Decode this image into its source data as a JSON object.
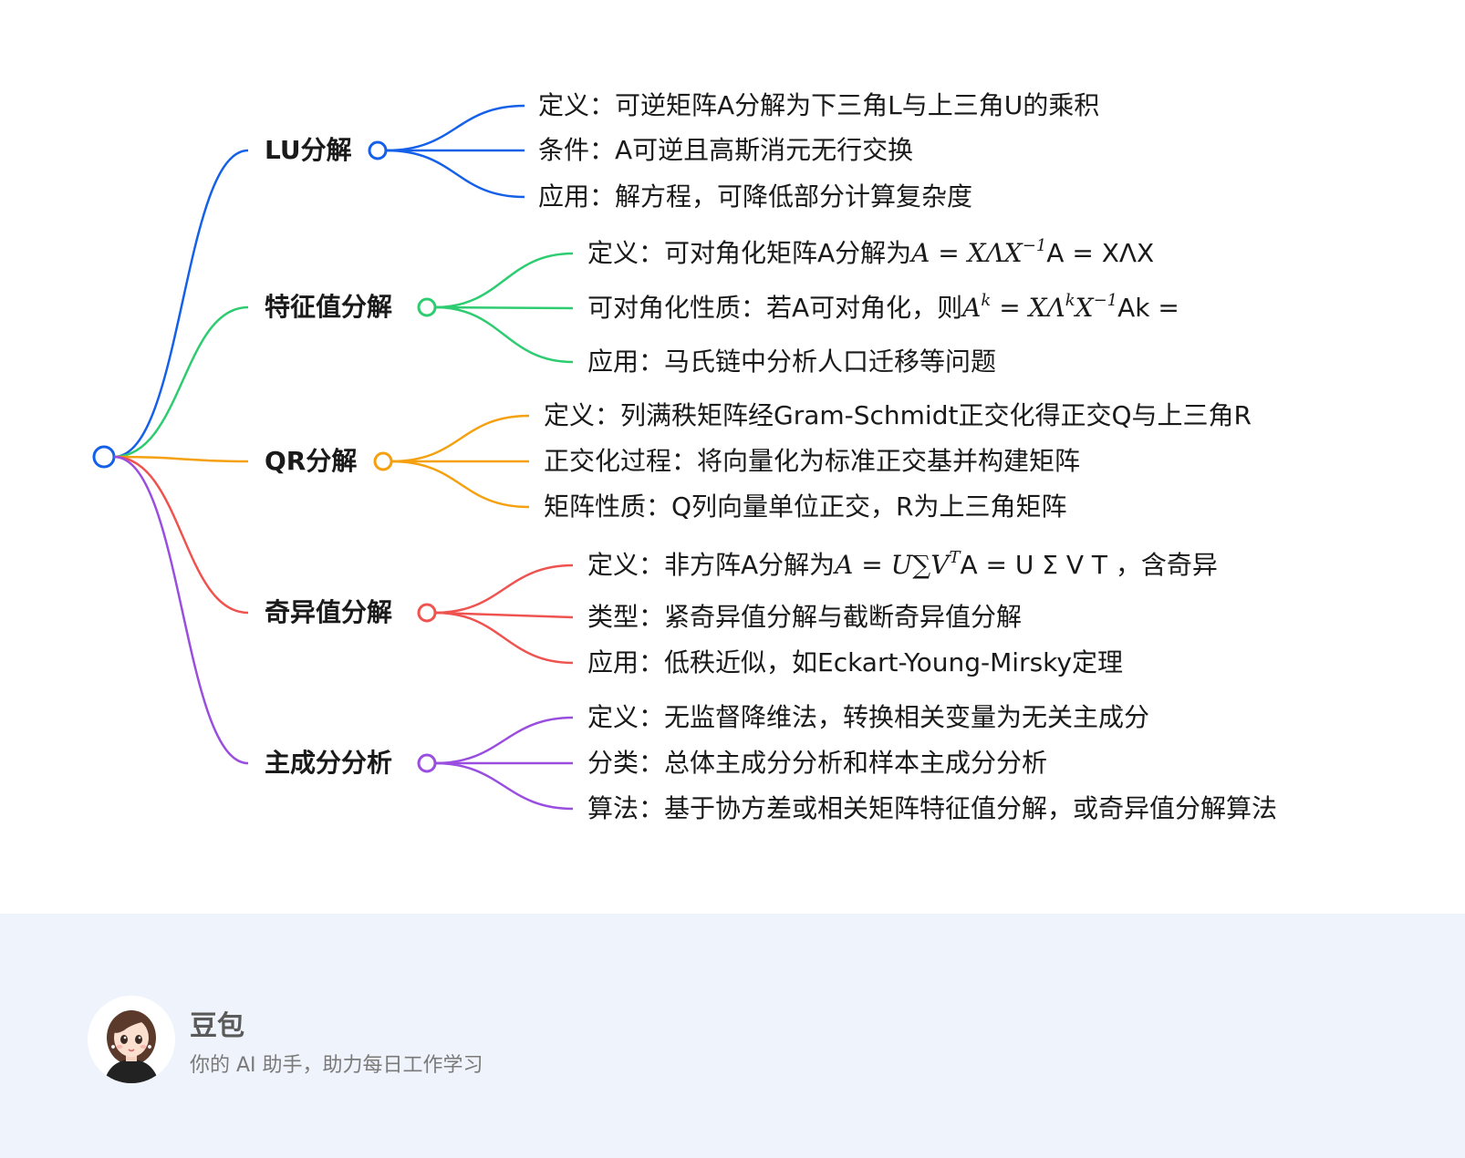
{
  "colors": {
    "lu": "#1560e8",
    "eigen": "#2ecc71",
    "qr": "#f5a00f",
    "svd": "#ef5350",
    "pca": "#9a4ee0",
    "text": "#1a1a1a",
    "footer_bg": "#eff3fb"
  },
  "mindmap": {
    "branches": [
      {
        "label": "LU分解",
        "color_key": "lu",
        "leaves": [
          "定义：可逆矩阵A分解为下三角L与上三角U的乘积",
          "条件：A可逆且高斯消元无行交换",
          "应用：解方程，可降低部分计算复杂度"
        ]
      },
      {
        "label": "特征值分解",
        "color_key": "eigen",
        "leaves": [
          {
            "prefix": "定义：可对角化矩阵A分解为",
            "math": "A = XΛX",
            "sup": "−1",
            "suffix": "A = XΛX"
          },
          {
            "prefix": "可对角化性质：若A可对角化，则",
            "math": "A",
            "sup": "k",
            "math2": " = XΛ",
            "sup2": "k",
            "math3": "X",
            "sup3": "−1",
            "suffix": "Ak ="
          },
          "应用：马氏链中分析人口迁移等问题"
        ]
      },
      {
        "label": "QR分解",
        "color_key": "qr",
        "leaves": [
          "定义：列满秩矩阵经Gram-Schmidt正交化得正交Q与上三角R",
          "正交化过程：将向量化为标准正交基并构建矩阵",
          "矩阵性质：Q列向量单位正交，R为上三角矩阵"
        ]
      },
      {
        "label": "奇异值分解",
        "color_key": "svd",
        "leaves": [
          {
            "prefix": "定义：非方阵A分解为",
            "math": "A = U∑V",
            "sup": "T",
            "suffix": "A = U Σ V T ，含奇异"
          },
          "类型：紧奇异值分解与截断奇异值分解",
          "应用：低秩近似，如Eckart-Young-Mirsky定理"
        ]
      },
      {
        "label": "主成分分析",
        "color_key": "pca",
        "leaves": [
          "定义：无监督降维法，转换相关变量为无关主成分",
          "分类：总体主成分分析和样本主成分分析",
          "算法：基于协方差或相关矩阵特征值分解，或奇异值分解算法"
        ]
      }
    ]
  },
  "footer": {
    "brand": "豆包",
    "tagline": "你的 AI 助手，助力每日工作学习"
  }
}
